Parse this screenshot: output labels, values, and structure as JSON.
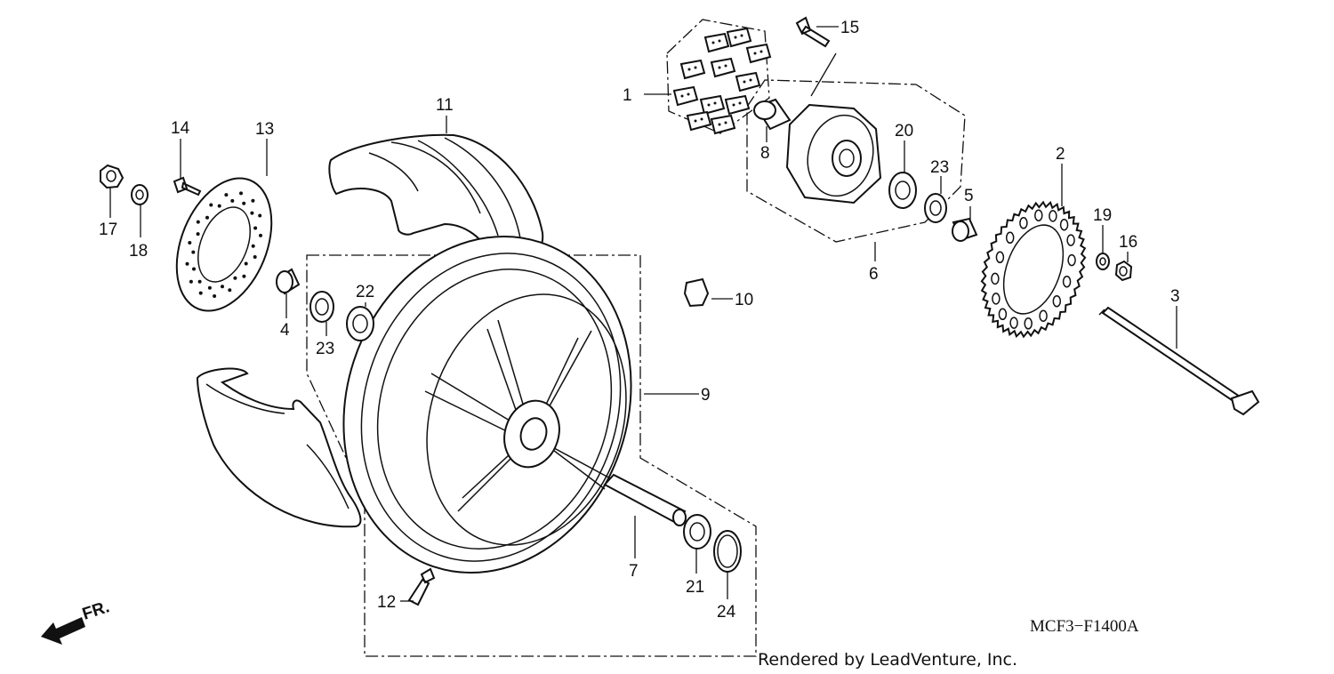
{
  "diagram": {
    "code": "MCF3−F1400A",
    "credit": "Rendered by LeadVenture, Inc.",
    "direction_label": "FR.",
    "callouts": [
      {
        "id": "c1",
        "label": "1"
      },
      {
        "id": "c2",
        "label": "2"
      },
      {
        "id": "c3",
        "label": "3"
      },
      {
        "id": "c4",
        "label": "4"
      },
      {
        "id": "c5",
        "label": "5"
      },
      {
        "id": "c6",
        "label": "6"
      },
      {
        "id": "c7",
        "label": "7"
      },
      {
        "id": "c8",
        "label": "8"
      },
      {
        "id": "c9",
        "label": "9"
      },
      {
        "id": "c10",
        "label": "10"
      },
      {
        "id": "c11",
        "label": "11"
      },
      {
        "id": "c12",
        "label": "12"
      },
      {
        "id": "c13",
        "label": "13"
      },
      {
        "id": "c14",
        "label": "14"
      },
      {
        "id": "c15",
        "label": "15"
      },
      {
        "id": "c16",
        "label": "16"
      },
      {
        "id": "c17",
        "label": "17"
      },
      {
        "id": "c18",
        "label": "18"
      },
      {
        "id": "c19",
        "label": "19"
      },
      {
        "id": "c20",
        "label": "20"
      },
      {
        "id": "c21",
        "label": "21"
      },
      {
        "id": "c22",
        "label": "22"
      },
      {
        "id": "c23a",
        "label": "23"
      },
      {
        "id": "c23b",
        "label": "23"
      },
      {
        "id": "c24",
        "label": "24"
      }
    ]
  }
}
